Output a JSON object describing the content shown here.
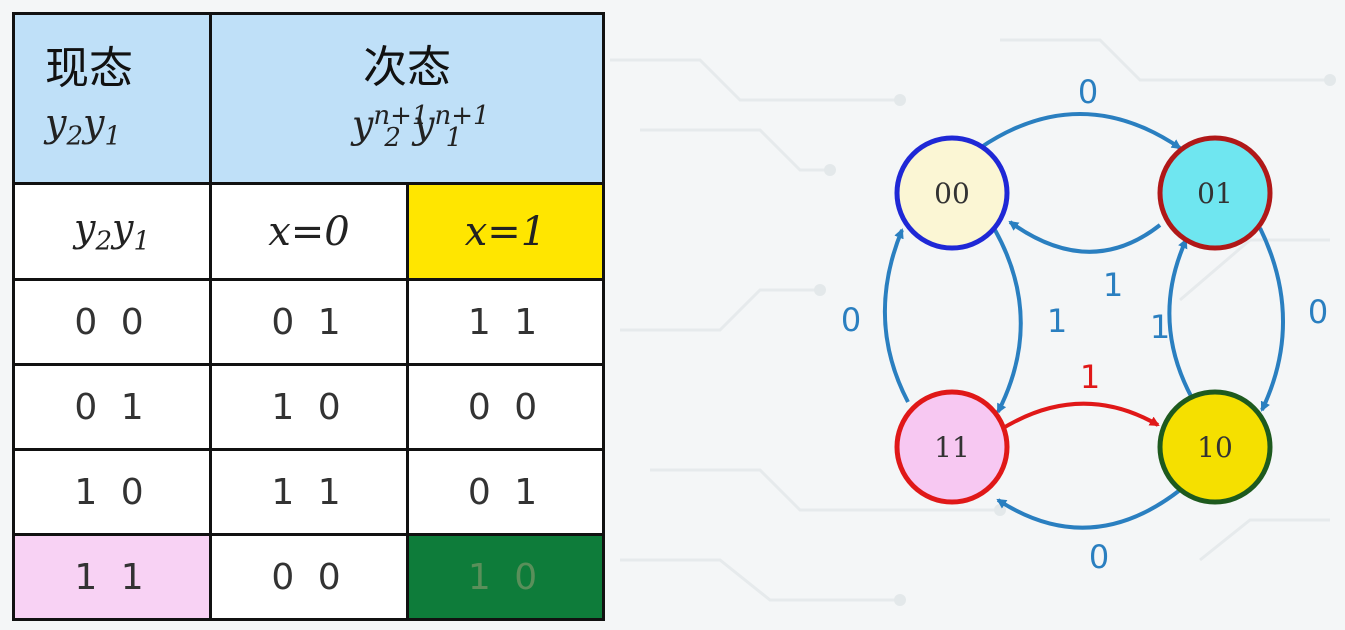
{
  "table": {
    "current_state_header": "现态",
    "current_state_vars": {
      "base1": "y",
      "sub1": "2",
      "base2": "y",
      "sub2": "1"
    },
    "next_state_header": "次态",
    "next_state_vars": {
      "base1": "y",
      "sub1": "2",
      "sup1": "n+1",
      "base2": "y",
      "sup2": "n+1",
      "sub2": "1"
    },
    "column_labels": {
      "state_base1": "y",
      "state_sub1": "2",
      "state_base2": "y",
      "state_sub2": "1",
      "x0": "x=0",
      "x1": "x=1"
    },
    "rows": [
      {
        "state": "0 0",
        "x0": "0 1",
        "x1": "1 1"
      },
      {
        "state": "0 1",
        "x0": "1 0",
        "x1": "0 0"
      },
      {
        "state": "1 0",
        "x0": "1 1",
        "x1": "0 1"
      },
      {
        "state": "1 1",
        "x0": "0 0",
        "x1": "1 0"
      }
    ],
    "colors": {
      "header_bg": "#bfe0f8",
      "x1_header_bg": "#ffe600",
      "row11_state_bg": "#f8d2f4",
      "row11_x1_bg": "#0e7c3a"
    }
  },
  "diagram": {
    "states": [
      {
        "id": "00",
        "label": "00",
        "fill": "#fbf6d4",
        "stroke": "#1f28d6"
      },
      {
        "id": "01",
        "label": "01",
        "fill": "#6fe6f0",
        "stroke": "#b01818"
      },
      {
        "id": "10",
        "label": "10",
        "fill": "#f5e000",
        "stroke": "#1e5a1e"
      },
      {
        "id": "11",
        "label": "11",
        "fill": "#f7c8f2",
        "stroke": "#e01818"
      }
    ],
    "edge_labels": {
      "e_00_01": "0",
      "e_01_00": "1",
      "e_00_11": "1",
      "e_11_00": "0",
      "e_01_10": "0",
      "e_10_01": "1",
      "e_11_10": "1",
      "e_10_11": "0"
    },
    "colors": {
      "edge": "#2a7fc0",
      "highlight_edge": "#e01818"
    }
  }
}
